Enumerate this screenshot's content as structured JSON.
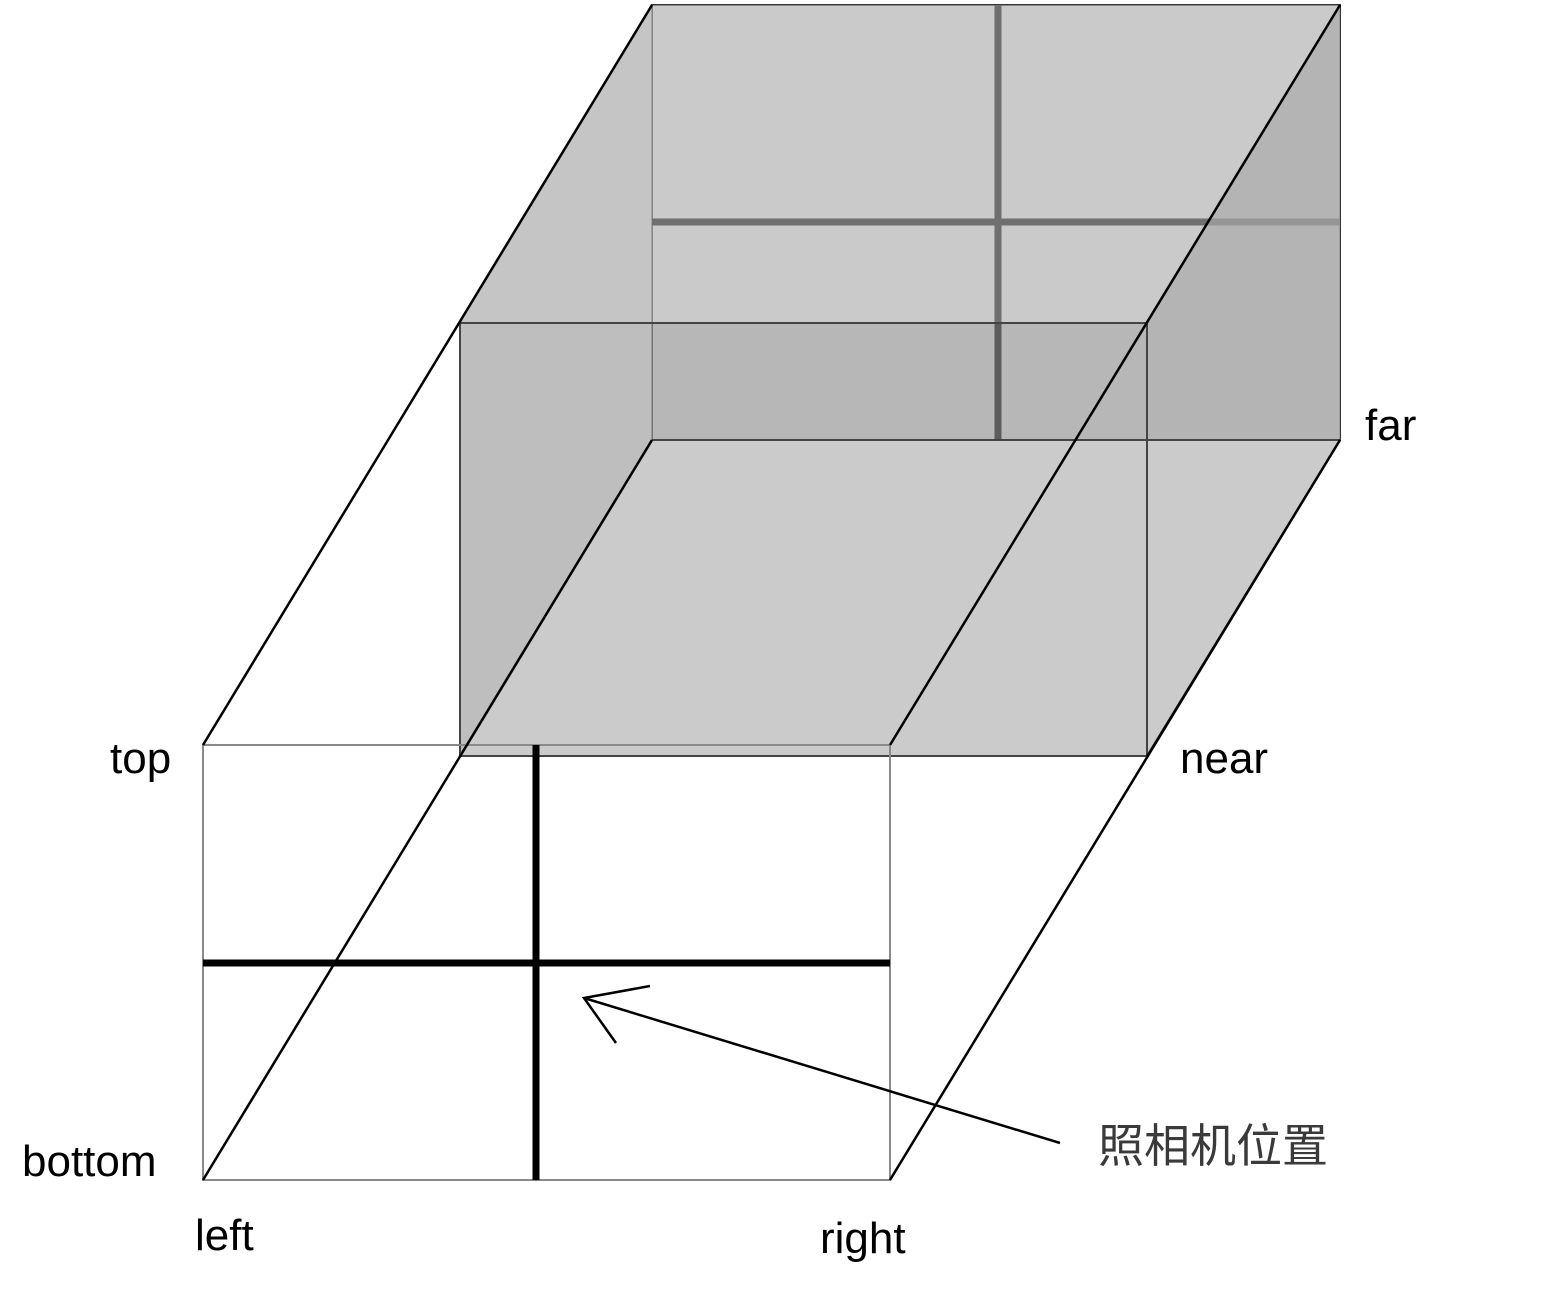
{
  "labels": {
    "top": "top",
    "bottom": "bottom",
    "left": "left",
    "right": "right",
    "near": "near",
    "far": "far",
    "camera_position": "照相机位置"
  },
  "colors": {
    "background": "#ffffff",
    "face_light": "#cbcbcb",
    "face_dark": "#b0b0b0",
    "line": "#000000",
    "near_frame": "#8a8a8a"
  }
}
